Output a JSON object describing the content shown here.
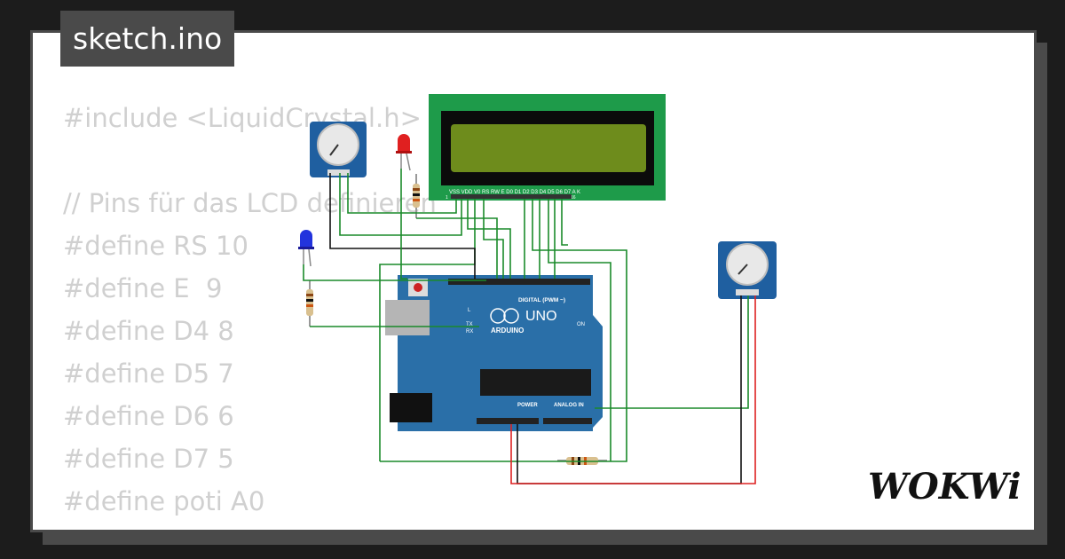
{
  "title": "sketch.ino",
  "code_lines": [
    "#include <LiquidCrystal.h>",
    "",
    "// Pins für das LCD definieren",
    "#define RS 10",
    "#define E  9",
    "#define D4 8",
    "#define D5 7",
    "#define D6 6",
    "#define D7 5",
    "#define poti A0"
  ],
  "lcd_pin_labels": "VSS VDD V0 RS RW E D0 D1 D2 D3 D4 D5 D6 D7 A K",
  "lcd_pin_first": "1",
  "lcd_pin_last": "16",
  "arduino": {
    "brand": "ARDUINO",
    "model": "UNO",
    "digital_label": "DIGITAL (PWM ~)",
    "power_label": "POWER",
    "analog_label": "ANALOG IN",
    "on_label": "ON",
    "tx_label": "TX",
    "rx_label": "RX",
    "l_label": "L"
  },
  "logo": "WOKWi",
  "colors": {
    "background": "#1c1c1c",
    "card": "#ffffff",
    "frame": "#4a4a4a",
    "arduino_blue": "#2a6fa8",
    "lcd_pcb": "#1e9b4a",
    "lcd_screen": "#6e8c1c",
    "wire_green": "#1a8a2a",
    "wire_black": "#111111",
    "wire_red": "#dd2222",
    "led_red": "#e02020",
    "led_blue": "#2233dd"
  }
}
